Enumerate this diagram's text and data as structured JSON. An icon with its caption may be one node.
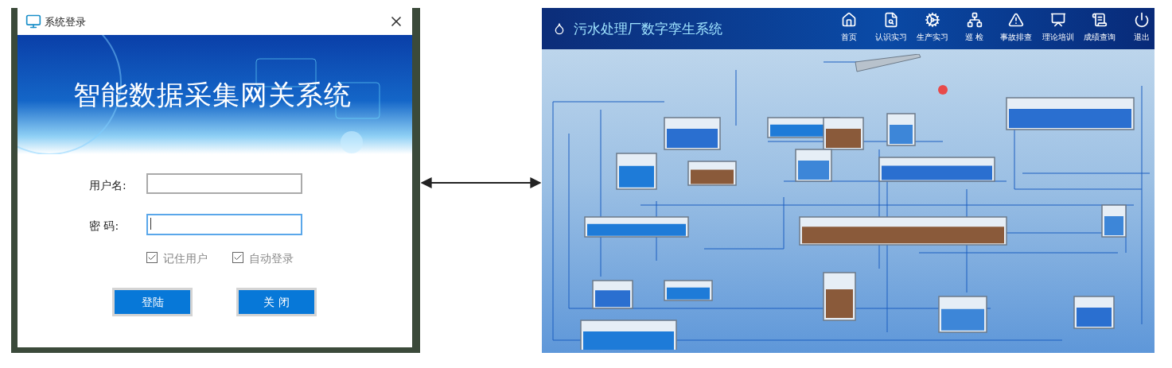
{
  "diagram": {
    "nodes": [
      {
        "text": [
          "系统登录",
          "智能数据采集网关系统",
          "用户名:",
          "密 码:",
          "记住用户",
          "自动登录",
          "登陆",
          "关 闭"
        ]
      },
      {
        "text": [
          "污水处理厂数字孪生系统",
          "首页",
          "认识实习",
          "生产实习",
          "巡 检",
          "事故排查",
          "理论培训",
          "成绩查询",
          "退出"
        ]
      }
    ],
    "edges": [
      {
        "from": 0,
        "to": 1,
        "arrow": "both"
      }
    ]
  }
}
